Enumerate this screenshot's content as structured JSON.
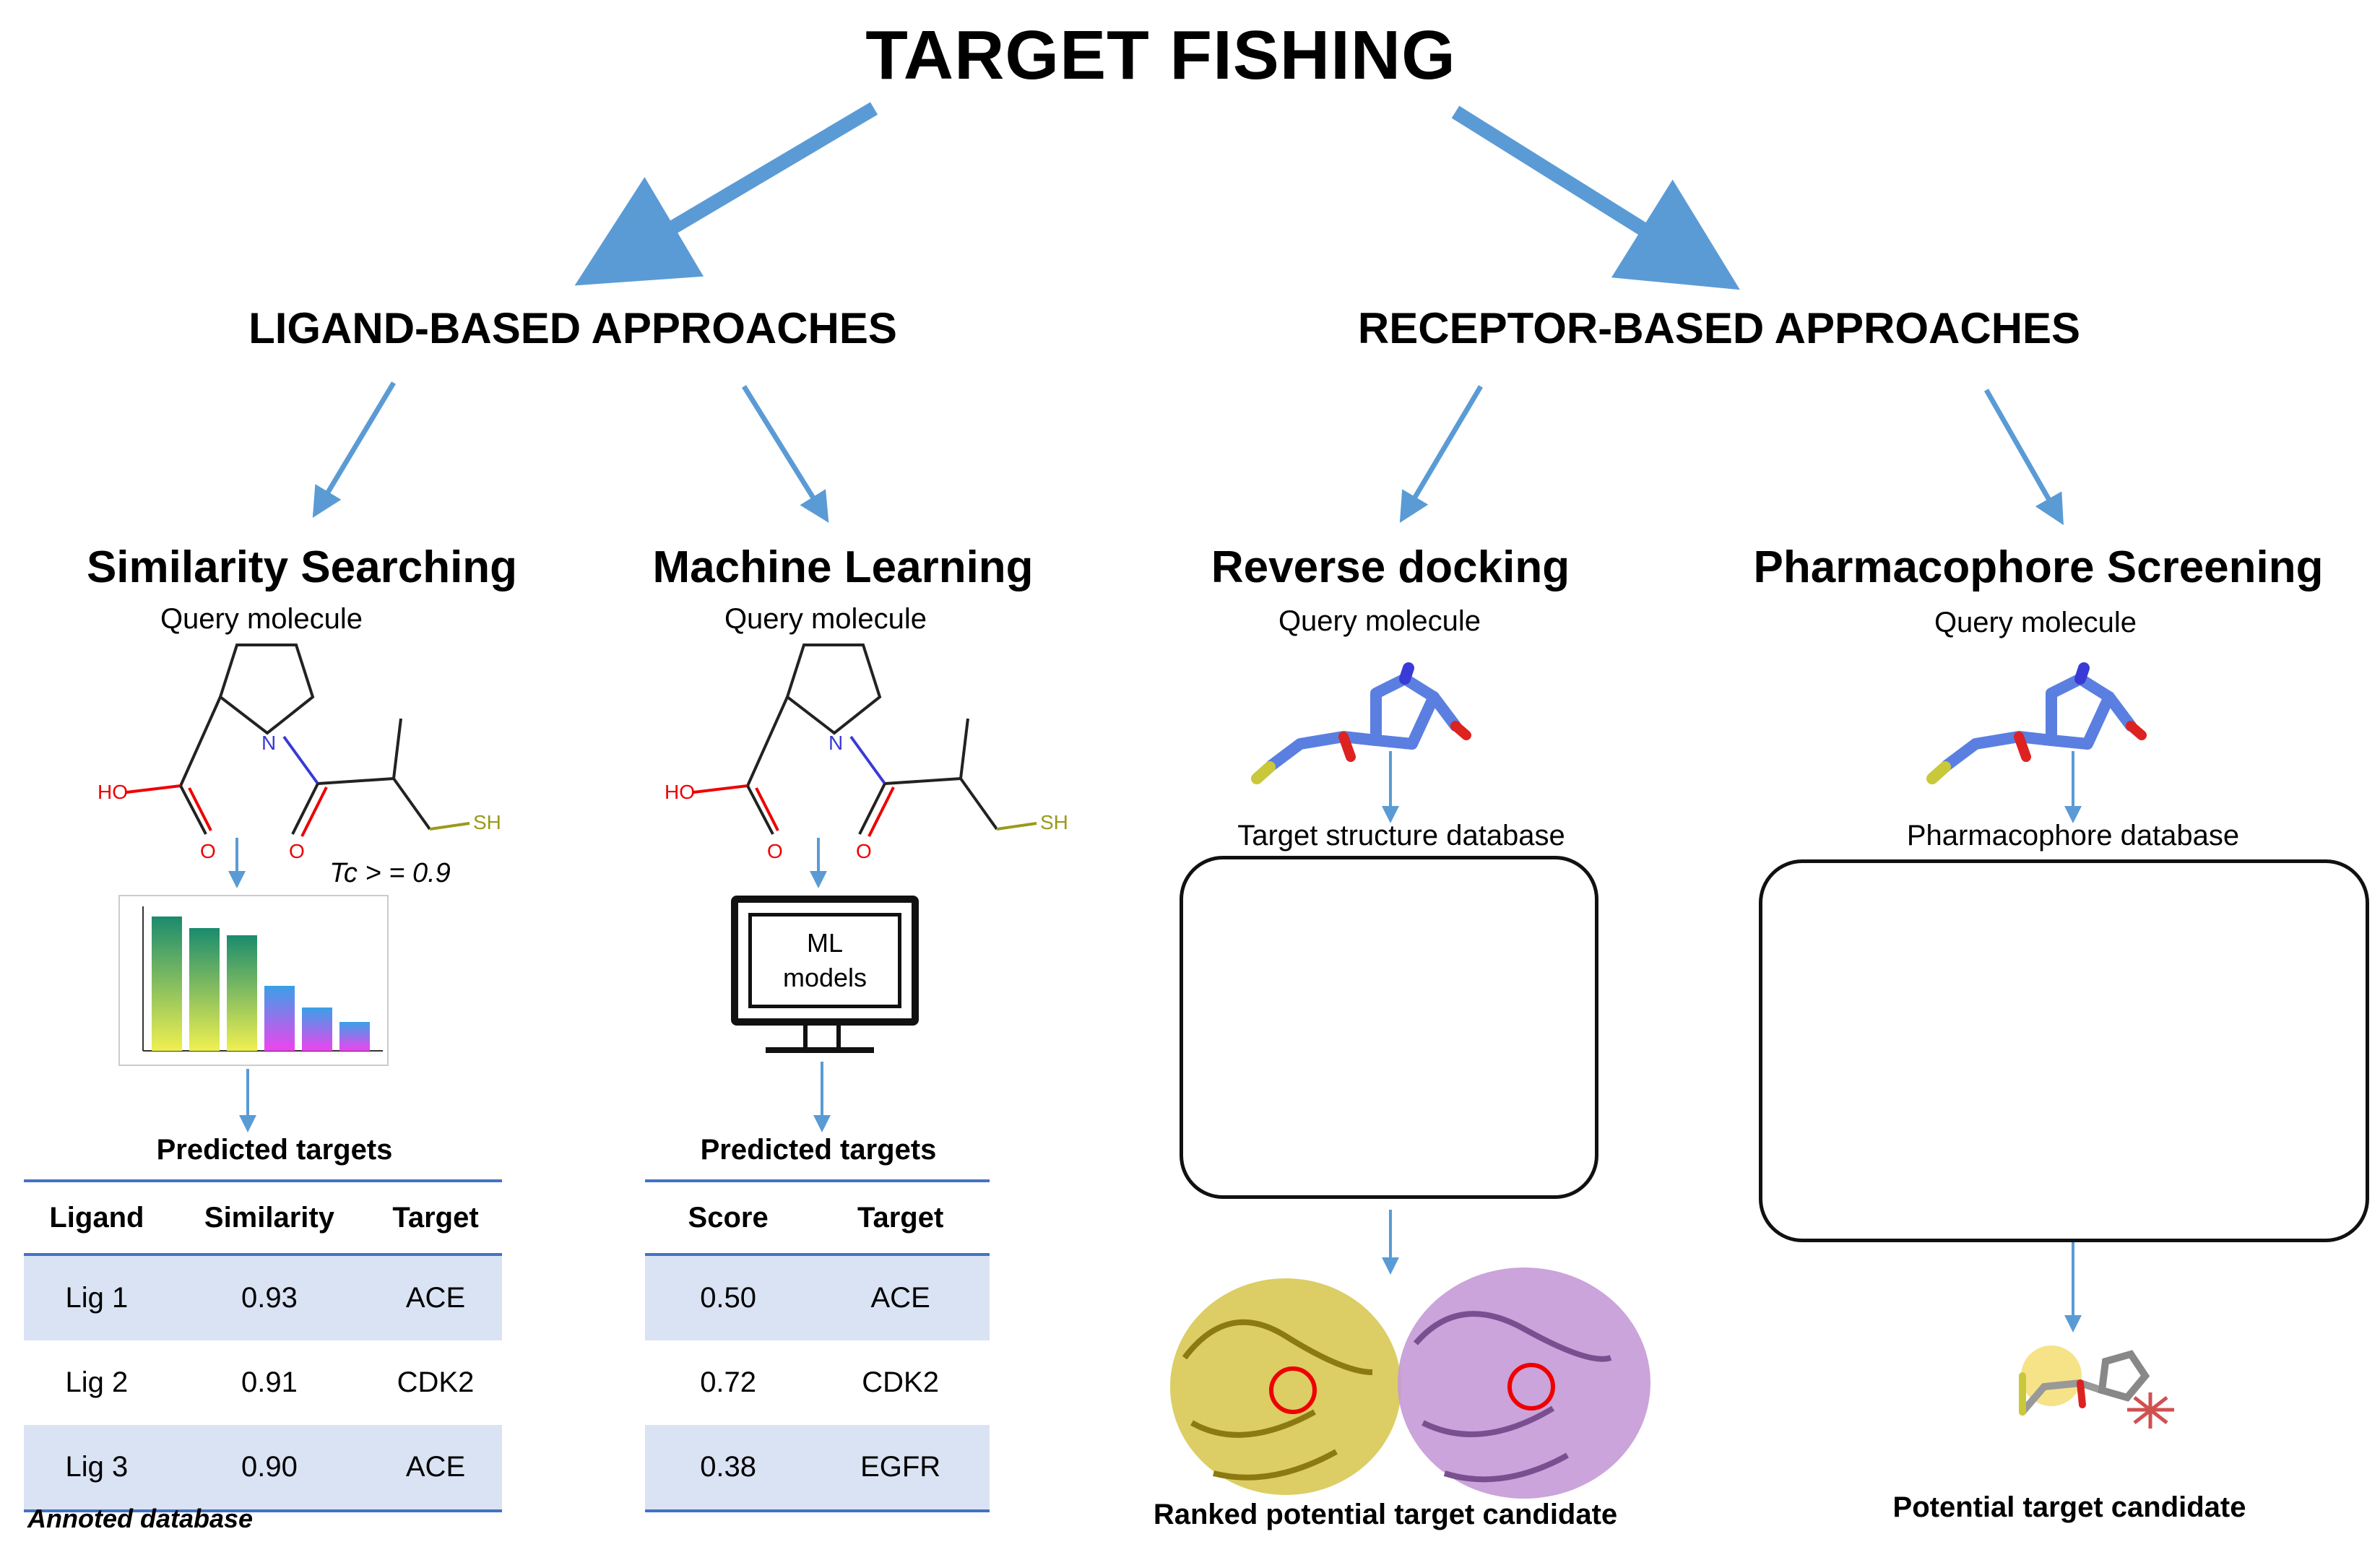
{
  "title": "TARGET FISHING",
  "branches": {
    "ligand": "LIGAND-BASED APPROACHES",
    "receptor": "RECEPTOR-BASED APPROACHES"
  },
  "methods": {
    "similarity": {
      "title": "Similarity Searching",
      "query": "Query molecule",
      "threshold": "Tc > = 0.9",
      "predicted": "Predicted targets",
      "annotation": "Annoted database",
      "table": {
        "headers": [
          "Ligand",
          "Similarity",
          "Target"
        ],
        "rows": [
          [
            "Lig 1",
            "0.93",
            "ACE"
          ],
          [
            "Lig 2",
            "0.91",
            "CDK2"
          ],
          [
            "Lig 3",
            "0.90",
            "ACE"
          ]
        ]
      },
      "chart_data": {
        "type": "bar",
        "values": [
          0.93,
          0.85,
          0.8,
          0.45,
          0.3,
          0.2
        ],
        "ylim": [
          0,
          1.0
        ]
      }
    },
    "ml": {
      "title": "Machine Learning",
      "query": "Query molecule",
      "monitor_text": [
        "ML",
        "models"
      ],
      "predicted": "Predicted targets",
      "table": {
        "headers": [
          "Score",
          "Target"
        ],
        "rows": [
          [
            "0.50",
            "ACE"
          ],
          [
            "0.72",
            "CDK2"
          ],
          [
            "0.38",
            "EGFR"
          ]
        ]
      }
    },
    "docking": {
      "title": "Reverse docking",
      "query": "Query molecule",
      "database": "Target structure database",
      "result": "Ranked potential target candidate"
    },
    "pharmacophore": {
      "title": "Pharmacophore Screening",
      "query": "Query molecule",
      "database": "Pharmacophore database",
      "result": "Potential target candidate"
    }
  },
  "molecule_labels": {
    "hydroxyl": "HO",
    "nitrogen": "N",
    "oxygen": "O",
    "thiol": "SH"
  },
  "colors": {
    "arrow": "#5b9bd5",
    "table_border": "#4472c4",
    "table_shade": "#dae3f3",
    "protein_yellow": "#cdb92f",
    "protein_blue": "#2a6db5",
    "protein_green": "#8fd69a",
    "protein_violet": "#c49ad6",
    "protein_tan": "#d9b97c",
    "protein_cyan": "#7fc6e6",
    "protein_pink": "#d0497a"
  }
}
